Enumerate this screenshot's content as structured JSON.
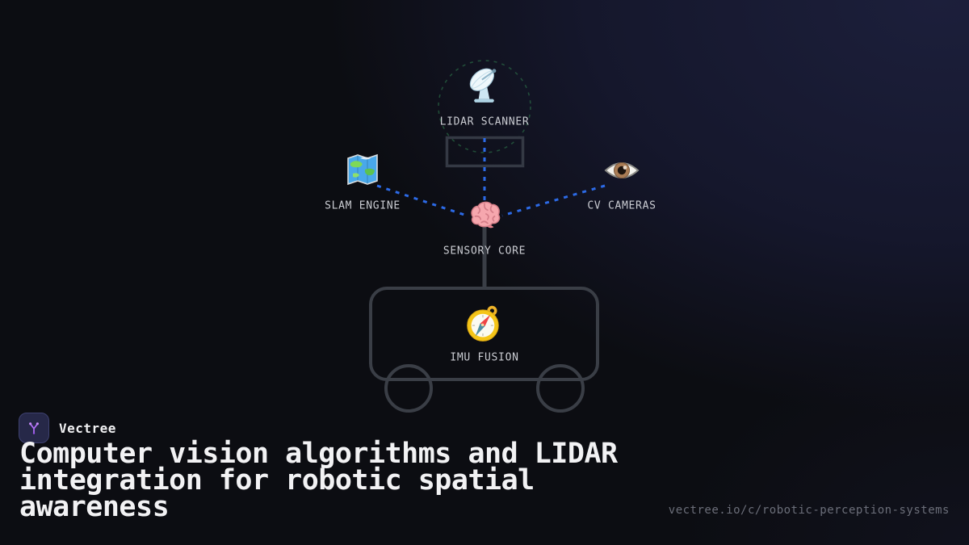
{
  "brand": {
    "name": "Vectree"
  },
  "title": {
    "text": "Computer vision algorithms and LIDAR integration for robotic spatial awareness"
  },
  "footer": {
    "url": "vectree.io/c/robotic-perception-systems"
  },
  "diagram": {
    "nodes": [
      {
        "id": "lidar-scanner",
        "label": "LIDAR SCANNER",
        "icon": "satellite-dish-icon"
      },
      {
        "id": "slam-engine",
        "label": "SLAM ENGINE",
        "icon": "world-map-icon"
      },
      {
        "id": "cv-cameras",
        "label": "CV CAMERAS",
        "icon": "eye-icon"
      },
      {
        "id": "sensory-core",
        "label": "SENSORY CORE",
        "icon": "brain-icon"
      },
      {
        "id": "imu-fusion",
        "label": "IMU FUSION",
        "icon": "compass-icon"
      }
    ],
    "connections": [
      {
        "from": "lidar-scanner",
        "to": "sensory-core",
        "style": "dashed"
      },
      {
        "from": "slam-engine",
        "to": "sensory-core",
        "style": "dashed"
      },
      {
        "from": "cv-cameras",
        "to": "sensory-core",
        "style": "dashed"
      },
      {
        "from": "sensory-core",
        "to": "imu-fusion",
        "style": "solid"
      }
    ],
    "colors": {
      "connection_dashed": "#2c6ae6",
      "structure_stroke": "#3a3e46",
      "lidar_scan_ring": "#2f7d4f",
      "label_text": "#caccd2"
    }
  },
  "colors": {
    "background": "#0c0d12",
    "background_glow": "#1c1f3b",
    "title_text": "#f2f2f4",
    "url_text": "#6b6e79",
    "logo_background": "#262848",
    "logo_accent": "#b06ef7"
  }
}
